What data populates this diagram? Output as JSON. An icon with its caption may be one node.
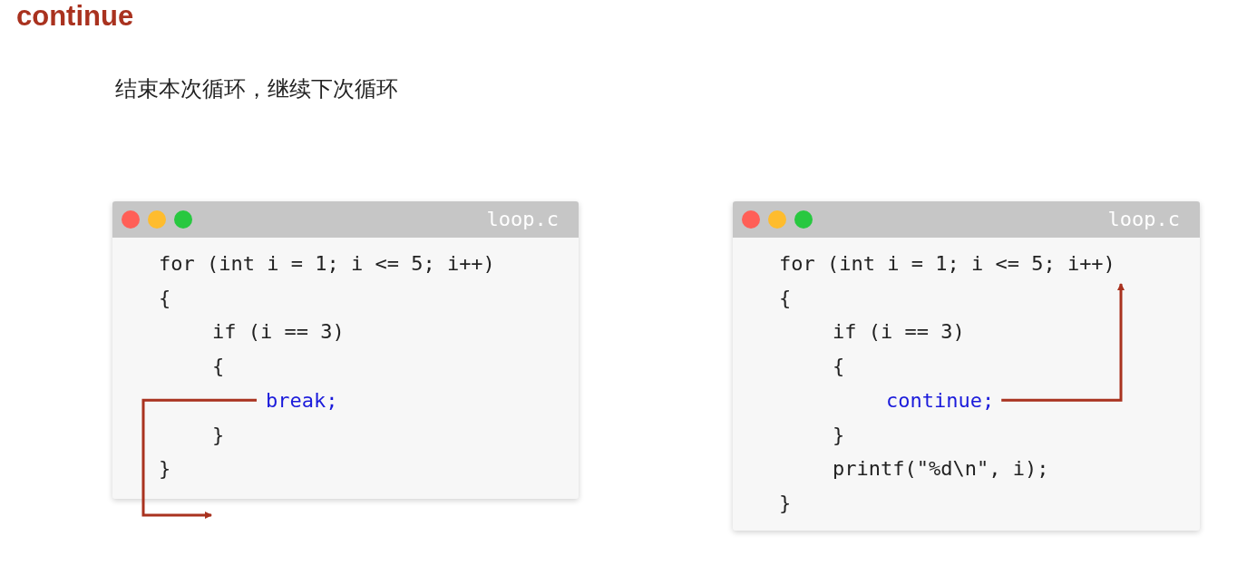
{
  "diagram": {
    "title": "continue",
    "labels": [
      "结束本次循环，继续下次循环"
    ],
    "nodes": [
      {
        "text": [
          "loop.c"
        ]
      },
      {
        "text": [
          "for (int i = 1; i <= 5; i++)"
        ],
        "in": 0
      },
      {
        "text": [
          "{"
        ],
        "in": 0
      },
      {
        "text": [
          "if (i == 3)"
        ],
        "in": 0
      },
      {
        "text": [
          "{"
        ],
        "in": 0
      },
      {
        "text": [
          "break;"
        ],
        "in": 0
      },
      {
        "text": [
          "}"
        ],
        "in": 0
      },
      {
        "text": [
          "}"
        ],
        "in": 0
      },
      {
        "text": [
          "loop.c"
        ]
      },
      {
        "text": [
          "for (int i = 1; i <= 5; i++)"
        ],
        "in": 8
      },
      {
        "text": [
          "{"
        ],
        "in": 8
      },
      {
        "text": [
          "if (i == 3)"
        ],
        "in": 8
      },
      {
        "text": [
          "{"
        ],
        "in": 8
      },
      {
        "text": [
          "continue;"
        ],
        "in": 8
      },
      {
        "text": [
          "}"
        ],
        "in": 8
      },
      {
        "text": [
          "printf(\"%d\\n\", i);"
        ],
        "in": 8
      },
      {
        "text": [
          "}"
        ],
        "in": 8
      }
    ],
    "edges": [
      {
        "from": 5,
        "to": null,
        "arrow": "to"
      },
      {
        "from": 13,
        "to": 9,
        "arrow": "to"
      }
    ]
  }
}
